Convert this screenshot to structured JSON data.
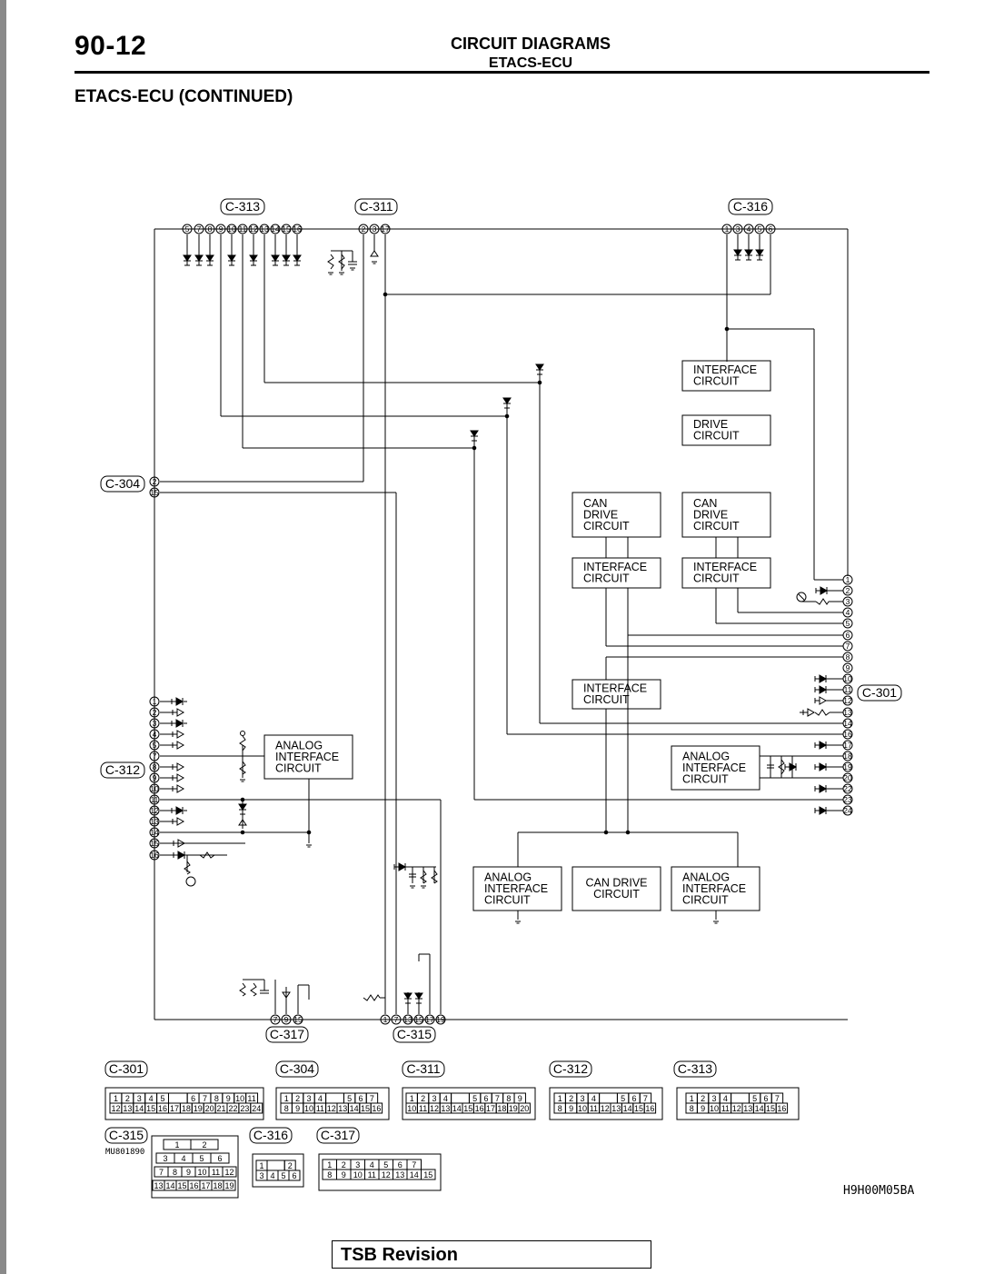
{
  "page": {
    "number": "90-12",
    "title": "CIRCUIT DIAGRAMS",
    "subtitle": "ETACS-ECU",
    "section": "ETACS-ECU (CONTINUED)",
    "figure_code": "H9H00M05BA",
    "small_code": "MU801890",
    "footer_label": "TSB Revision"
  },
  "connectors": {
    "c313": "C-313",
    "c311": "C-311",
    "c316": "C-316",
    "c304": "C-304",
    "c312": "C-312",
    "c301": "C-301",
    "c317": "C-317",
    "c315": "C-315"
  },
  "pins": {
    "c313": [
      "5",
      "7",
      "8",
      "9",
      "10",
      "11",
      "12",
      "13",
      "14",
      "15",
      "16"
    ],
    "c311": [
      "2",
      "3",
      "17"
    ],
    "c316": [
      "1",
      "3",
      "4",
      "5",
      "6"
    ],
    "c304": [
      "2",
      "15"
    ],
    "c317": [
      "7",
      "9",
      "15"
    ],
    "c315": [
      "1",
      "7",
      "13",
      "15",
      "17",
      "19"
    ],
    "c312": [
      "1",
      "2",
      "3",
      "4",
      "5",
      "7",
      "8",
      "9",
      "10",
      "11",
      "12",
      "13",
      "14",
      "15",
      "16"
    ],
    "c301": [
      "1",
      "2",
      "3",
      "4",
      "5",
      "6",
      "7",
      "8",
      "9",
      "10",
      "11",
      "12",
      "13",
      "14",
      "16",
      "17",
      "18",
      "19",
      "20",
      "22",
      "23",
      "24"
    ]
  },
  "blocks": {
    "iface": [
      "INTERFACE",
      "CIRCUIT"
    ],
    "drive": [
      "DRIVE",
      "CIRCUIT"
    ],
    "can_drive": [
      "CAN",
      "DRIVE",
      "CIRCUIT"
    ],
    "analog": [
      "ANALOG",
      "INTERFACE",
      "CIRCUIT"
    ],
    "can_drive_inline": [
      "CAN DRIVE",
      "CIRCUIT"
    ]
  },
  "faces": {
    "c301": {
      "top": [
        "1",
        "2",
        "3",
        "4",
        "5",
        "",
        "6",
        "7",
        "8",
        "9",
        "10",
        "11"
      ],
      "bottom": [
        "12",
        "13",
        "14",
        "15",
        "16",
        "17",
        "18",
        "19",
        "20",
        "21",
        "22",
        "23",
        "24"
      ]
    },
    "c304": {
      "top": [
        "1",
        "2",
        "3",
        "4",
        "",
        "5",
        "6",
        "7"
      ],
      "bottom": [
        "8",
        "9",
        "10",
        "11",
        "12",
        "13",
        "14",
        "15",
        "16"
      ]
    },
    "c311": {
      "top": [
        "1",
        "2",
        "3",
        "4",
        "",
        "5",
        "6",
        "7",
        "8",
        "9"
      ],
      "bottom": [
        "10",
        "11",
        "12",
        "13",
        "14",
        "15",
        "16",
        "17",
        "18",
        "19",
        "20"
      ]
    },
    "c312": {
      "top": [
        "1",
        "2",
        "3",
        "4",
        "",
        "5",
        "6",
        "7"
      ],
      "bottom": [
        "8",
        "9",
        "10",
        "11",
        "12",
        "13",
        "14",
        "15",
        "16"
      ]
    },
    "c313": {
      "top": [
        "1",
        "2",
        "3",
        "4",
        "",
        "5",
        "6",
        "7"
      ],
      "bottom": [
        "8",
        "9",
        "10",
        "11",
        "12",
        "13",
        "14",
        "15",
        "16"
      ]
    },
    "c316": {
      "top": [
        "1",
        "",
        "2"
      ],
      "bottom": [
        "3",
        "4",
        "5",
        "6"
      ]
    },
    "c315": {
      "r1": [
        "1",
        "2"
      ],
      "r2": [
        "3",
        "4",
        "5",
        "6"
      ],
      "r3": [
        "7",
        "8",
        "9",
        "10",
        "11",
        "12"
      ],
      "r4": [
        "13",
        "14",
        "15",
        "16",
        "17",
        "18",
        "19"
      ]
    },
    "c317": {
      "top": [
        "1",
        "2",
        "3",
        "4",
        "5",
        "6",
        "7"
      ],
      "bottom": [
        "8",
        "9",
        "10",
        "11",
        "12",
        "13",
        "14",
        "15"
      ]
    }
  }
}
